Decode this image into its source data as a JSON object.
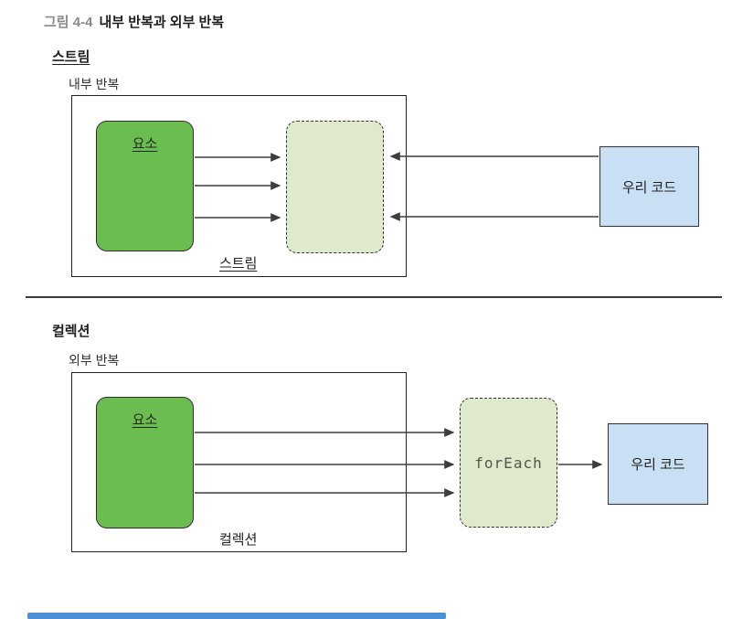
{
  "figure_caption": {
    "label": "그림 4-4",
    "title": "내부 반복과 외부 반복"
  },
  "stream_section": {
    "heading": "스트림",
    "iteration_label": "내부 반복",
    "element_box": "요소",
    "container_label": "스트림",
    "code_box": "우리 코드"
  },
  "collection_section": {
    "heading": "컬렉션",
    "iteration_label": "외부 반복",
    "element_box": "요소",
    "container_label": "컬렉션",
    "foreach_box": "forEach",
    "code_box": "우리 코드"
  },
  "colors": {
    "element_green": "#6cbd4f",
    "dashed_box_green": "#dfe9cc",
    "code_box_blue": "#c9e0f4",
    "caption_gray": "#8a8a8a",
    "arrow_dark": "#3d3d3d",
    "divider_dark": "#3a3a3a",
    "bottom_bar_blue": "#4b8fd5"
  }
}
